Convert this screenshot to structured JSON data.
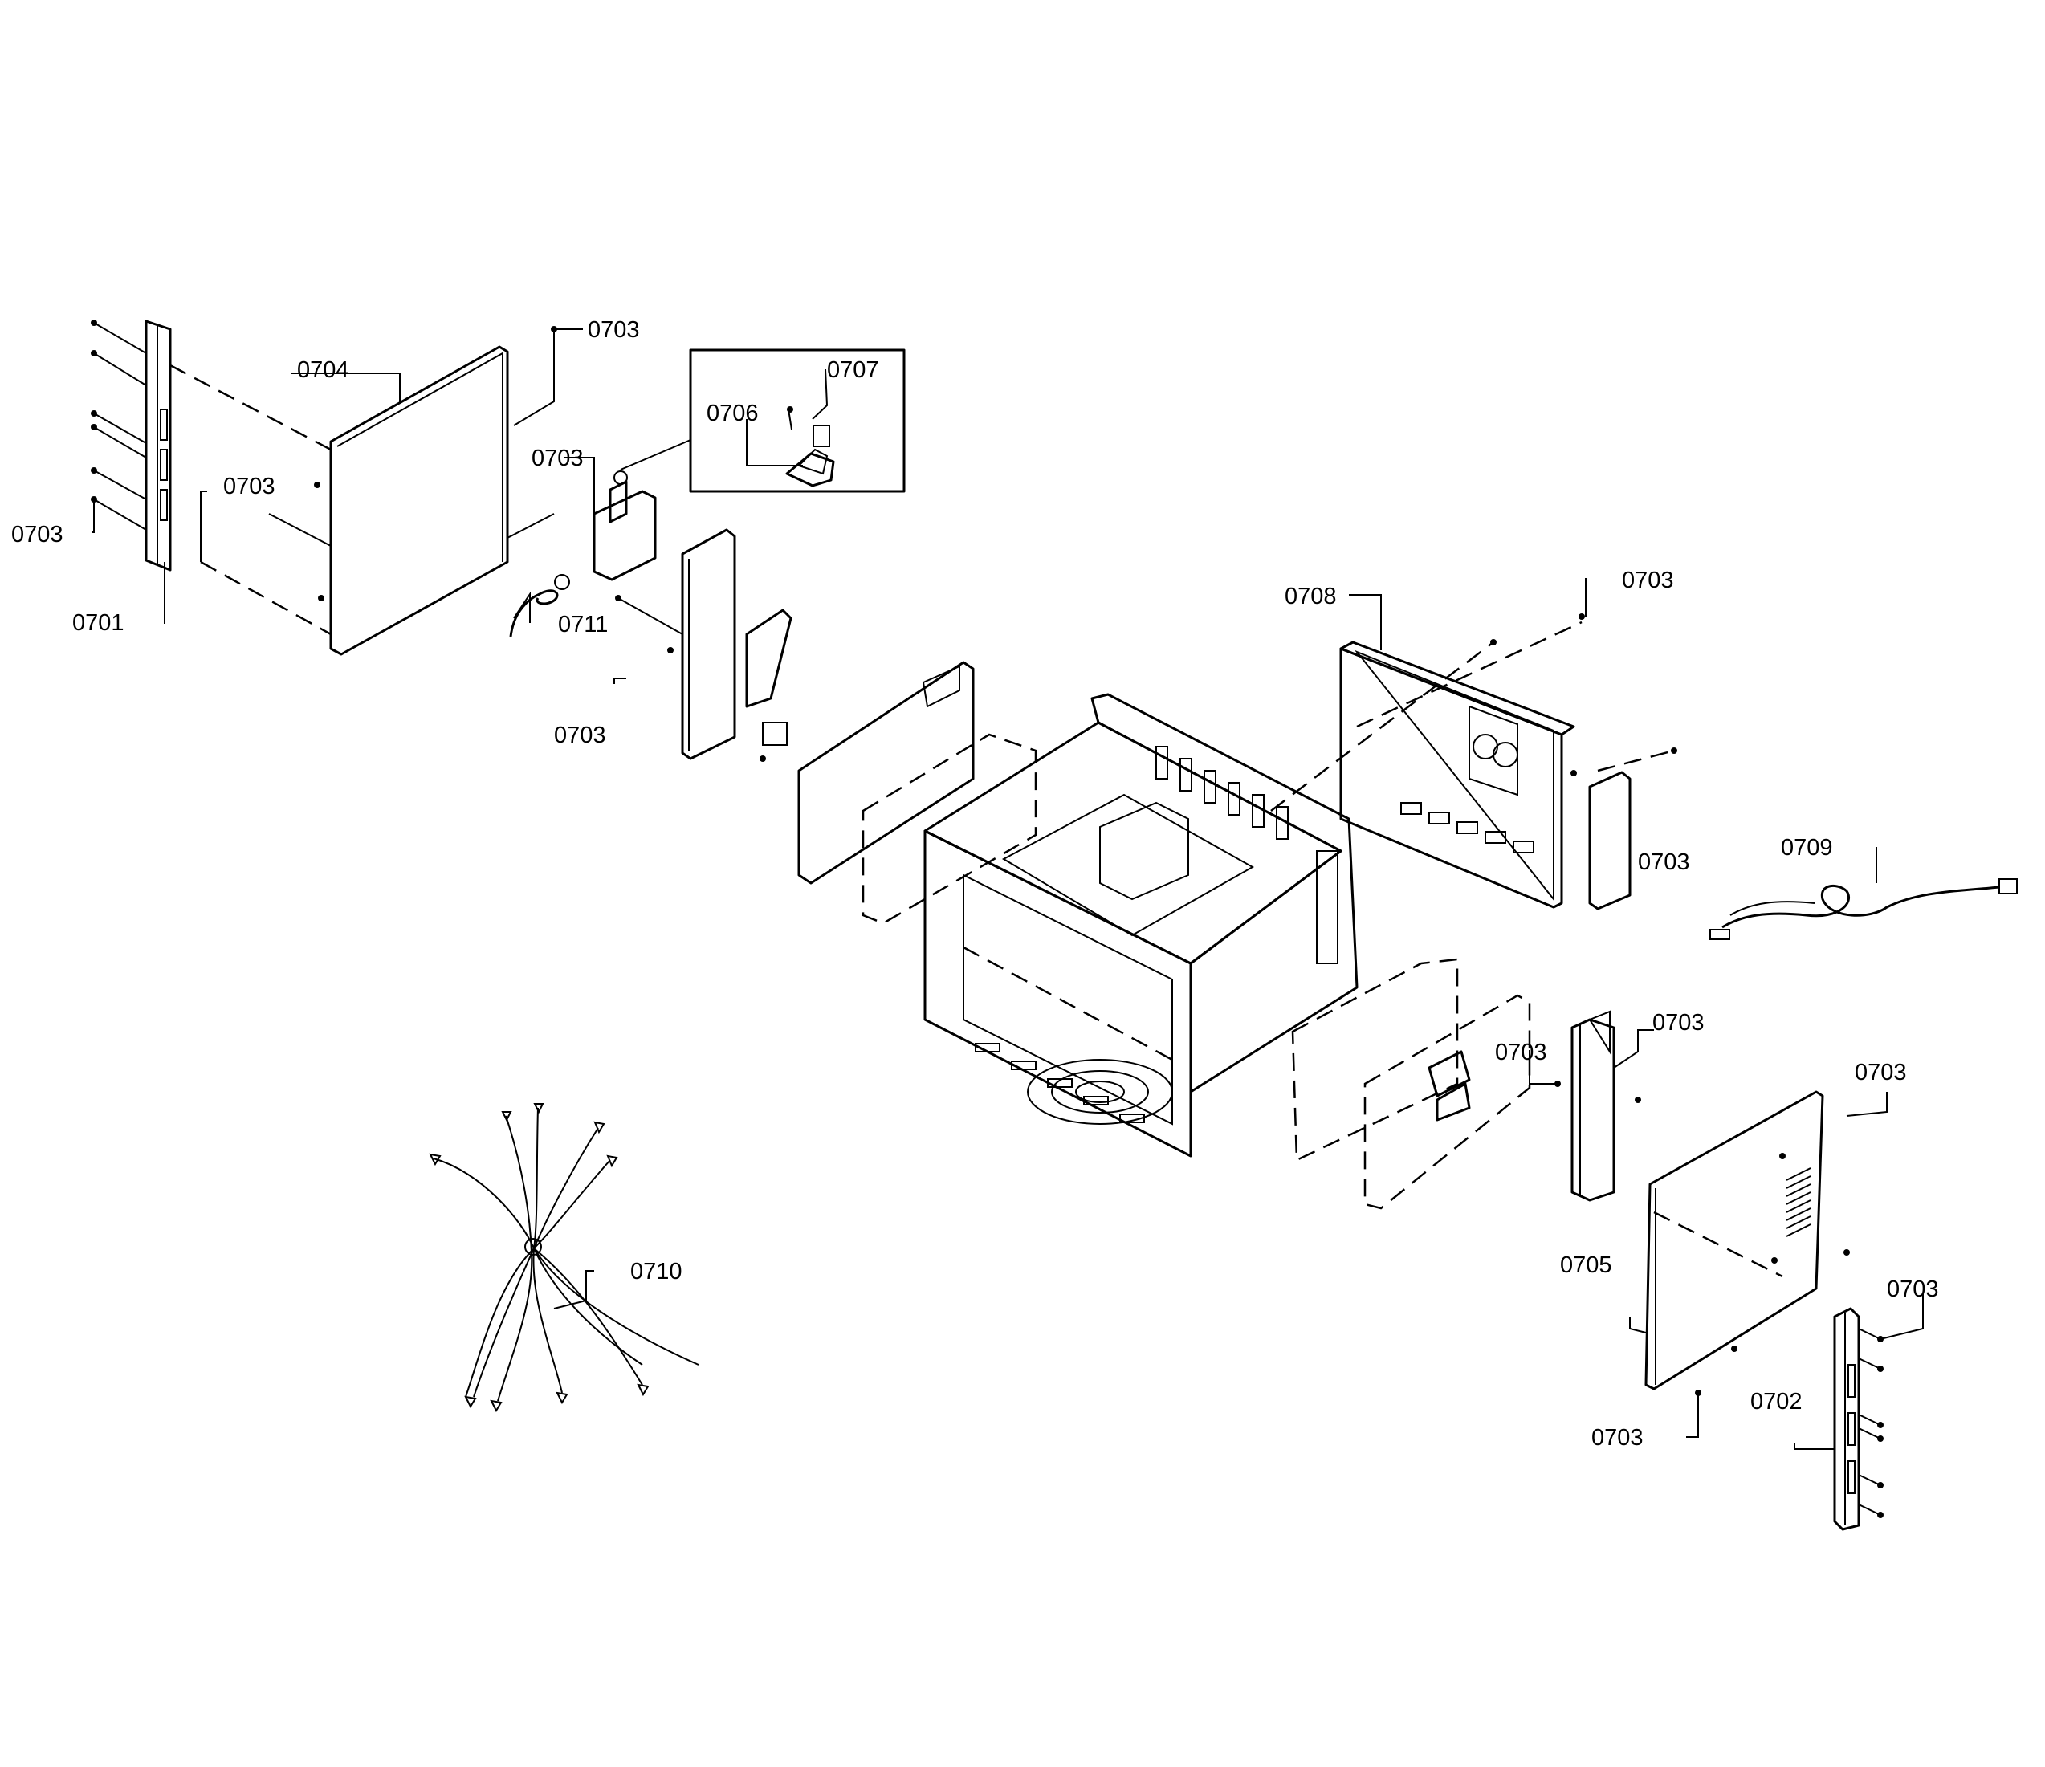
{
  "callouts": {
    "c01": "0703",
    "c02": "0704",
    "c03": "0703",
    "c04": "0701",
    "c05": "0703",
    "c06": "0707",
    "c07": "0706",
    "c08": "0703",
    "c09": "0711",
    "c10": "0703",
    "c11": "0708",
    "c12": "0703",
    "c13": "0703",
    "c14": "0709",
    "c15": "0703",
    "c16": "0703",
    "c17": "0703",
    "c18": "0710",
    "c19": "0705",
    "c20": "0703",
    "c21": "0703",
    "c22": "0702"
  }
}
